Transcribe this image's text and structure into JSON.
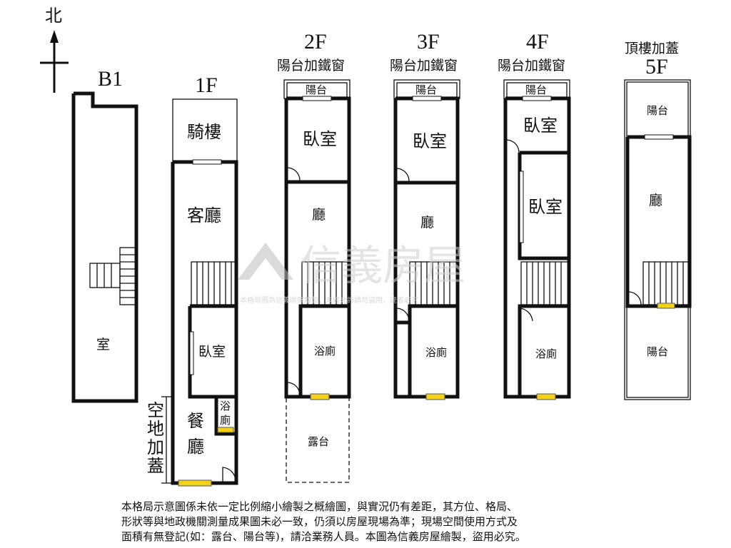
{
  "compass": {
    "north": "北"
  },
  "floors": {
    "b1": {
      "title": "B1",
      "room": "室"
    },
    "f1": {
      "title": "1F",
      "arcade": "騎樓",
      "living": "客廳",
      "bedroom": "臥室",
      "dining_1": "餐",
      "dining_2": "廳",
      "bath_1": "浴",
      "bath_2": "廁",
      "addition": [
        "空",
        "地",
        "加",
        "蓋"
      ]
    },
    "f2": {
      "title": "2F",
      "note": "陽台加鐵窗",
      "balcony": "陽台",
      "bedroom": "臥室",
      "hall": "廳",
      "bath": "浴廁",
      "terrace": "露台"
    },
    "f3": {
      "title": "3F",
      "note": "陽台加鐵窗",
      "balcony": "陽台",
      "bedroom": "臥室",
      "hall": "廳",
      "bath": "浴廁"
    },
    "f4": {
      "title": "4F",
      "note": "陽台加鐵窗",
      "balcony": "陽台",
      "bedroom_top": "臥室",
      "bedroom_mid": "臥室",
      "bath": "浴廁"
    },
    "f5": {
      "title_note": "頂樓加蓋",
      "title": "5F",
      "balcony_top": "陽台",
      "hall": "廳",
      "balcony_bottom": "陽台"
    }
  },
  "watermark": {
    "brand": "信義房屋",
    "note": "本格局圖為信義房屋繪製，未經允許請勿盜用，違者必究"
  },
  "disclaimer": [
    "本格局示意圖係未依一定比例縮小繪製之概繪圖，與實況仍有差距，其方位、格局、",
    "形狀等與地政機關測量成果圖未必一致，仍須以房屋現場為準；現場空間使用方式及",
    "面積有無登記(如：露台、陽台等)，請洽業務人員。本圖為信義房屋繪製，盜用必究。"
  ]
}
